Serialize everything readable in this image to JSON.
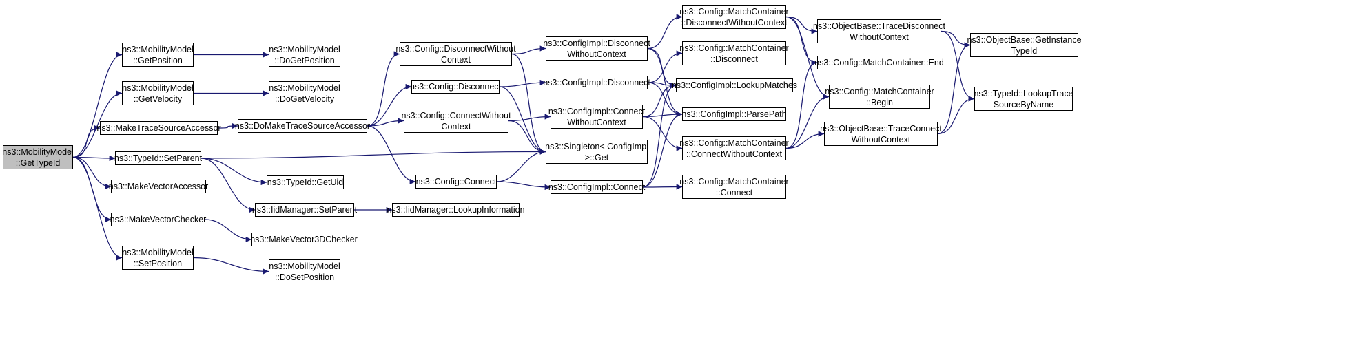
{
  "colors": {
    "edge": "#191970",
    "root_fill": "#bfbfbf",
    "node_fill": "#ffffff",
    "border": "#000000"
  },
  "nodes": [
    {
      "id": "getTypeId",
      "lines": [
        "ns3::MobilityModel",
        "::GetTypeId"
      ],
      "root": true
    },
    {
      "id": "getPosition",
      "lines": [
        "ns3::MobilityModel",
        "::GetPosition"
      ]
    },
    {
      "id": "getVelocity",
      "lines": [
        "ns3::MobilityModel",
        "::GetVelocity"
      ]
    },
    {
      "id": "makeTSA",
      "lines": [
        "ns3::MakeTraceSourceAccessor"
      ]
    },
    {
      "id": "setParent",
      "lines": [
        "ns3::TypeId::SetParent"
      ]
    },
    {
      "id": "makeVA",
      "lines": [
        "ns3::MakeVectorAccessor"
      ]
    },
    {
      "id": "makeVC",
      "lines": [
        "ns3::MakeVectorChecker"
      ]
    },
    {
      "id": "setPosition",
      "lines": [
        "ns3::MobilityModel",
        "::SetPosition"
      ]
    },
    {
      "id": "doGetPosition",
      "lines": [
        "ns3::MobilityModel",
        "::DoGetPosition"
      ]
    },
    {
      "id": "doGetVelocity",
      "lines": [
        "ns3::MobilityModel",
        "::DoGetVelocity"
      ]
    },
    {
      "id": "doMakeTSA",
      "lines": [
        "ns3::DoMakeTraceSourceAccessor"
      ]
    },
    {
      "id": "getUid",
      "lines": [
        "ns3::TypeId::GetUid"
      ]
    },
    {
      "id": "iidSetParent",
      "lines": [
        "ns3::IidManager::SetParent"
      ]
    },
    {
      "id": "makeV3DC",
      "lines": [
        "ns3::MakeVector3DChecker"
      ]
    },
    {
      "id": "doSetPosition",
      "lines": [
        "ns3::MobilityModel",
        "::DoSetPosition"
      ]
    },
    {
      "id": "lookupInfo",
      "lines": [
        "ns3::IidManager::LookupInformation"
      ]
    },
    {
      "id": "cfgDisconnectWC",
      "lines": [
        "ns3::Config::DisconnectWithout",
        "Context"
      ]
    },
    {
      "id": "cfgDisconnect",
      "lines": [
        "ns3::Config::Disconnect"
      ]
    },
    {
      "id": "cfgConnectWC",
      "lines": [
        "ns3::Config::ConnectWithout",
        "Context"
      ]
    },
    {
      "id": "cfgConnect",
      "lines": [
        "ns3::Config::Connect"
      ]
    },
    {
      "id": "implDisconnectWC",
      "lines": [
        "ns3::ConfigImpl::Disconnect",
        "WithoutContext"
      ]
    },
    {
      "id": "implDisconnect",
      "lines": [
        "ns3::ConfigImpl::Disconnect"
      ]
    },
    {
      "id": "implConnectWC",
      "lines": [
        "ns3::ConfigImpl::Connect",
        "WithoutContext"
      ]
    },
    {
      "id": "singleton",
      "lines": [
        "ns3::Singleton< ConfigImpl",
        " >::Get"
      ]
    },
    {
      "id": "implConnect",
      "lines": [
        "ns3::ConfigImpl::Connect"
      ]
    },
    {
      "id": "mcDisconnectWC",
      "lines": [
        "ns3::Config::MatchContainer",
        "::DisconnectWithoutContext"
      ]
    },
    {
      "id": "mcDisconnect",
      "lines": [
        "ns3::Config::MatchContainer",
        "::Disconnect"
      ]
    },
    {
      "id": "lookupMatches",
      "lines": [
        "ns3::ConfigImpl::LookupMatches"
      ]
    },
    {
      "id": "parsePath",
      "lines": [
        "ns3::ConfigImpl::ParsePath"
      ]
    },
    {
      "id": "mcConnectWC",
      "lines": [
        "ns3::Config::MatchContainer",
        "::ConnectWithoutContext"
      ]
    },
    {
      "id": "mcConnect",
      "lines": [
        "ns3::Config::MatchContainer",
        "::Connect"
      ]
    },
    {
      "id": "obTraceDisconnectWC",
      "lines": [
        "ns3::ObjectBase::TraceDisconnect",
        "WithoutContext"
      ]
    },
    {
      "id": "mcEnd",
      "lines": [
        "ns3::Config::MatchContainer::End"
      ]
    },
    {
      "id": "mcBegin",
      "lines": [
        "ns3::Config::MatchContainer",
        "::Begin"
      ]
    },
    {
      "id": "obTraceConnectWC",
      "lines": [
        "ns3::ObjectBase::TraceConnect",
        "WithoutContext"
      ]
    },
    {
      "id": "obGetInstanceTypeId",
      "lines": [
        "ns3::ObjectBase::GetInstance",
        "TypeId"
      ]
    },
    {
      "id": "lookupTraceSource",
      "lines": [
        "ns3::TypeId::LookupTrace",
        "SourceByName"
      ]
    }
  ],
  "edges": [
    [
      "getTypeId",
      "getPosition"
    ],
    [
      "getTypeId",
      "getVelocity"
    ],
    [
      "getTypeId",
      "makeTSA"
    ],
    [
      "getTypeId",
      "setParent"
    ],
    [
      "getTypeId",
      "makeVA"
    ],
    [
      "getTypeId",
      "makeVC"
    ],
    [
      "getTypeId",
      "setPosition"
    ],
    [
      "getPosition",
      "doGetPosition"
    ],
    [
      "getVelocity",
      "doGetVelocity"
    ],
    [
      "makeTSA",
      "doMakeTSA"
    ],
    [
      "setParent",
      "singleton"
    ],
    [
      "setParent",
      "getUid"
    ],
    [
      "setParent",
      "iidSetParent"
    ],
    [
      "makeVC",
      "makeV3DC"
    ],
    [
      "setPosition",
      "doSetPosition"
    ],
    [
      "iidSetParent",
      "lookupInfo"
    ],
    [
      "doMakeTSA",
      "cfgDisconnectWC"
    ],
    [
      "doMakeTSA",
      "cfgDisconnect"
    ],
    [
      "doMakeTSA",
      "cfgConnectWC"
    ],
    [
      "doMakeTSA",
      "cfgConnect"
    ],
    [
      "cfgDisconnectWC",
      "implDisconnectWC"
    ],
    [
      "cfgDisconnectWC",
      "singleton"
    ],
    [
      "cfgDisconnect",
      "implDisconnect"
    ],
    [
      "cfgDisconnect",
      "singleton"
    ],
    [
      "cfgConnectWC",
      "implConnectWC"
    ],
    [
      "cfgConnectWC",
      "singleton"
    ],
    [
      "cfgConnect",
      "singleton"
    ],
    [
      "cfgConnect",
      "implConnect"
    ],
    [
      "implDisconnectWC",
      "mcDisconnectWC"
    ],
    [
      "implDisconnectWC",
      "lookupMatches"
    ],
    [
      "implDisconnectWC",
      "parsePath"
    ],
    [
      "implDisconnect",
      "mcDisconnect"
    ],
    [
      "implDisconnect",
      "lookupMatches"
    ],
    [
      "implDisconnect",
      "parsePath"
    ],
    [
      "implConnectWC",
      "lookupMatches"
    ],
    [
      "implConnectWC",
      "parsePath"
    ],
    [
      "implConnectWC",
      "mcConnectWC"
    ],
    [
      "implConnect",
      "lookupMatches"
    ],
    [
      "implConnect",
      "parsePath"
    ],
    [
      "implConnect",
      "mcConnect"
    ],
    [
      "mcDisconnectWC",
      "obTraceDisconnectWC"
    ],
    [
      "mcDisconnectWC",
      "mcEnd"
    ],
    [
      "mcDisconnectWC",
      "mcBegin"
    ],
    [
      "mcConnectWC",
      "obTraceConnectWC"
    ],
    [
      "mcConnectWC",
      "mcEnd"
    ],
    [
      "mcConnectWC",
      "mcBegin"
    ],
    [
      "obTraceDisconnectWC",
      "obGetInstanceTypeId"
    ],
    [
      "obTraceDisconnectWC",
      "lookupTraceSource"
    ],
    [
      "obTraceConnectWC",
      "obGetInstanceTypeId"
    ],
    [
      "obTraceConnectWC",
      "lookupTraceSource"
    ]
  ]
}
